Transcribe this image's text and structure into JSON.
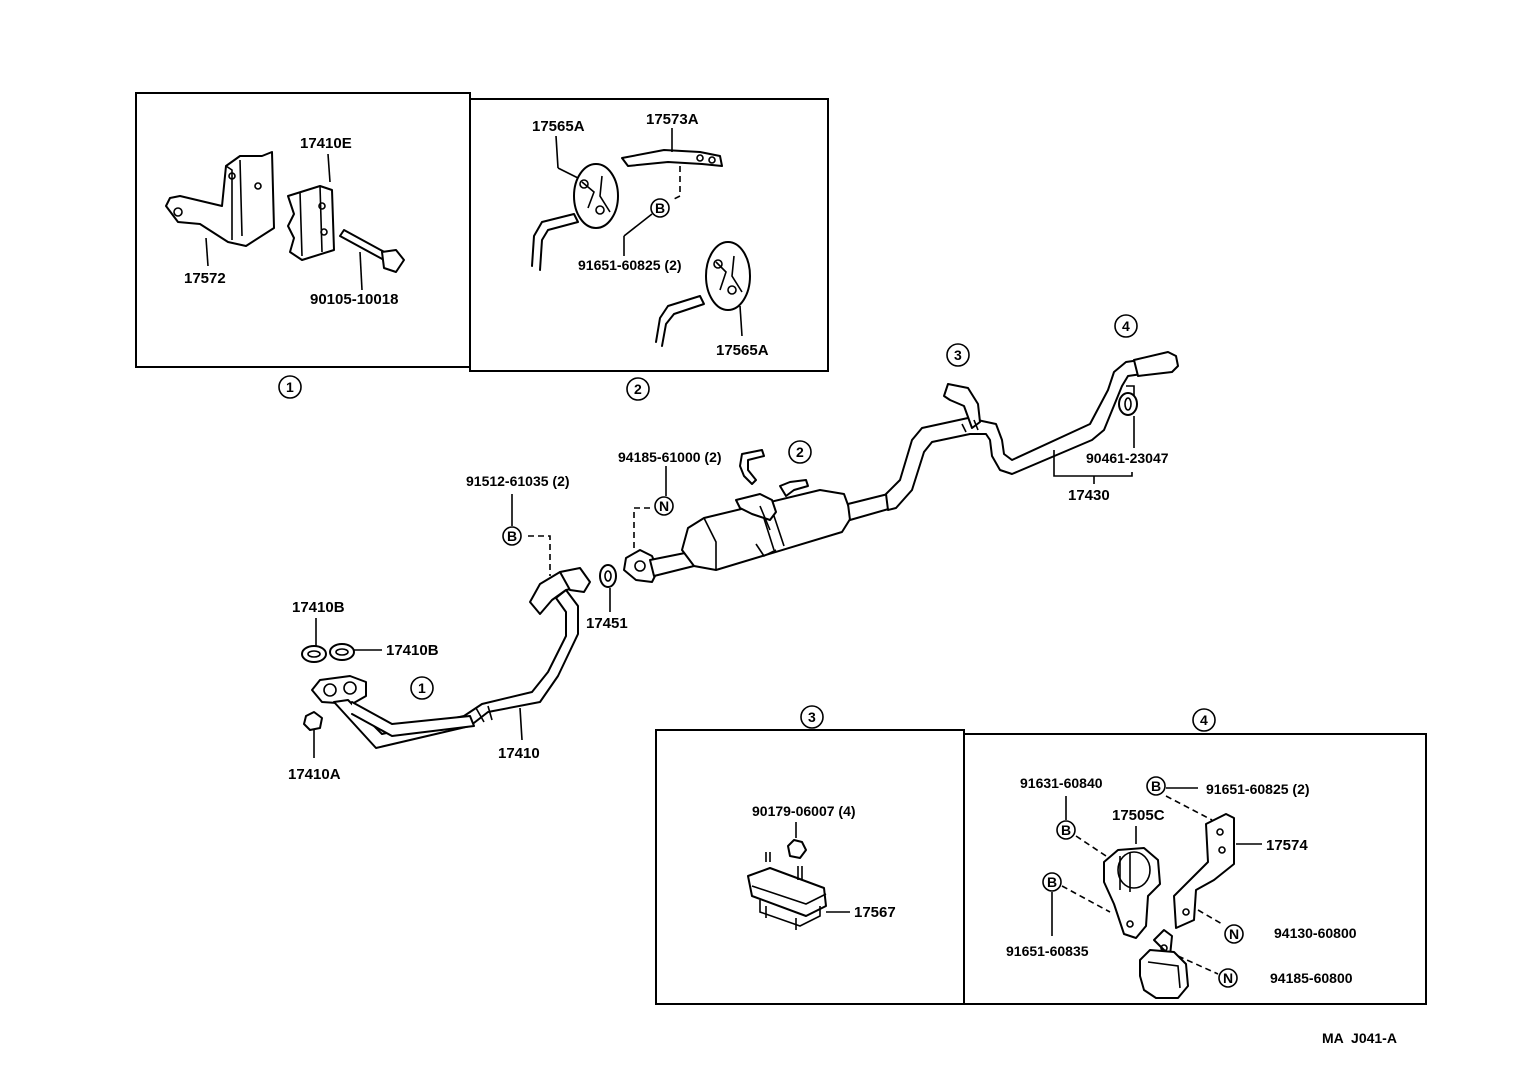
{
  "boxes": {
    "box1": {
      "number": "1",
      "parts": {
        "bracket": "17572",
        "cushion": "17410E",
        "bolt": "90105-10018"
      }
    },
    "box2": {
      "number": "2",
      "parts": {
        "insulator_top": "17565A",
        "support": "17573A",
        "bolt_ref": "91651-60825 (2)",
        "insulator_bottom": "17565A"
      }
    },
    "box3": {
      "number": "3",
      "parts": {
        "nut": "90179-06007 (4)",
        "mount": "17567"
      }
    },
    "box4": {
      "number": "4",
      "parts": {
        "bolt_a": "91631-60840",
        "bolt_b": "91651-60825 (2)",
        "hanger": "17505C",
        "bracket": "17574",
        "bolt_c": "91651-60835",
        "nut_a": "94130-60800",
        "nut_b": "94185-60800"
      }
    }
  },
  "main": {
    "front_pipe": "17410",
    "gasket_b1": "17410B",
    "gasket_b2": "17410B",
    "gasket_a": "17410A",
    "gasket": "17451",
    "bolt_front": "91512-61035 (2)",
    "nut_center": "94185-61000 (2)",
    "tail_pipe": "17430",
    "clamp": "90461-23047",
    "callout_1": "1",
    "callout_2": "2",
    "callout_3": "3",
    "callout_4": "4"
  },
  "symbols": {
    "bolt": "B",
    "nut": "N"
  },
  "footer": {
    "code": "MA  J041-A"
  }
}
